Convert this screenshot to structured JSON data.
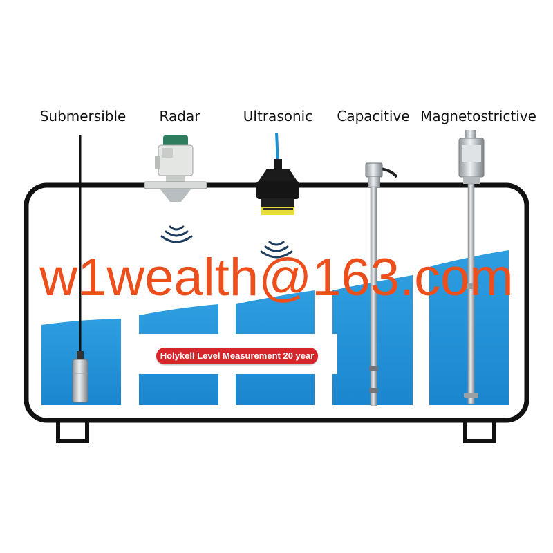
{
  "sensors": [
    {
      "label": "Submersible"
    },
    {
      "label": "Radar"
    },
    {
      "label": "Ultrasonic"
    },
    {
      "label": "Capacitive"
    },
    {
      "label": "Magnetostrictive"
    }
  ],
  "watermark": "w1wealth@163.com",
  "banner": {
    "text": "Holykell Level Measurement 20 year"
  },
  "colors": {
    "water": "#1a8fd6",
    "tank_outline": "#111111",
    "watermark": "#ec4f1c",
    "banner": "#d6262c"
  },
  "level_fill": [
    0.26,
    0.33,
    0.4,
    0.48,
    0.56
  ]
}
